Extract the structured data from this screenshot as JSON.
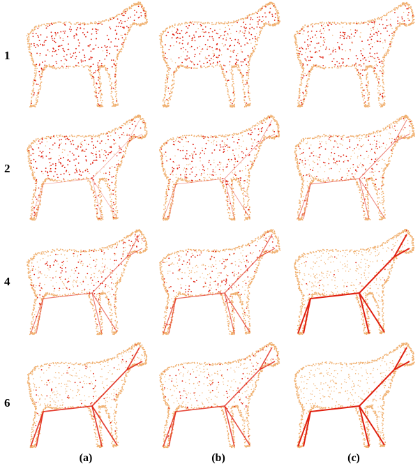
{
  "rows": [
    {
      "label": "1",
      "iterations": 1
    },
    {
      "label": "2",
      "iterations": 2
    },
    {
      "label": "4",
      "iterations": 4
    },
    {
      "label": "6",
      "iterations": 6
    }
  ],
  "columns": [
    {
      "label": "(a)"
    },
    {
      "label": "(b)"
    },
    {
      "label": "(c)"
    }
  ],
  "colors": {
    "surface_points": "#f0b070",
    "skeleton_points": "#e02010",
    "background": "#ffffff"
  }
}
